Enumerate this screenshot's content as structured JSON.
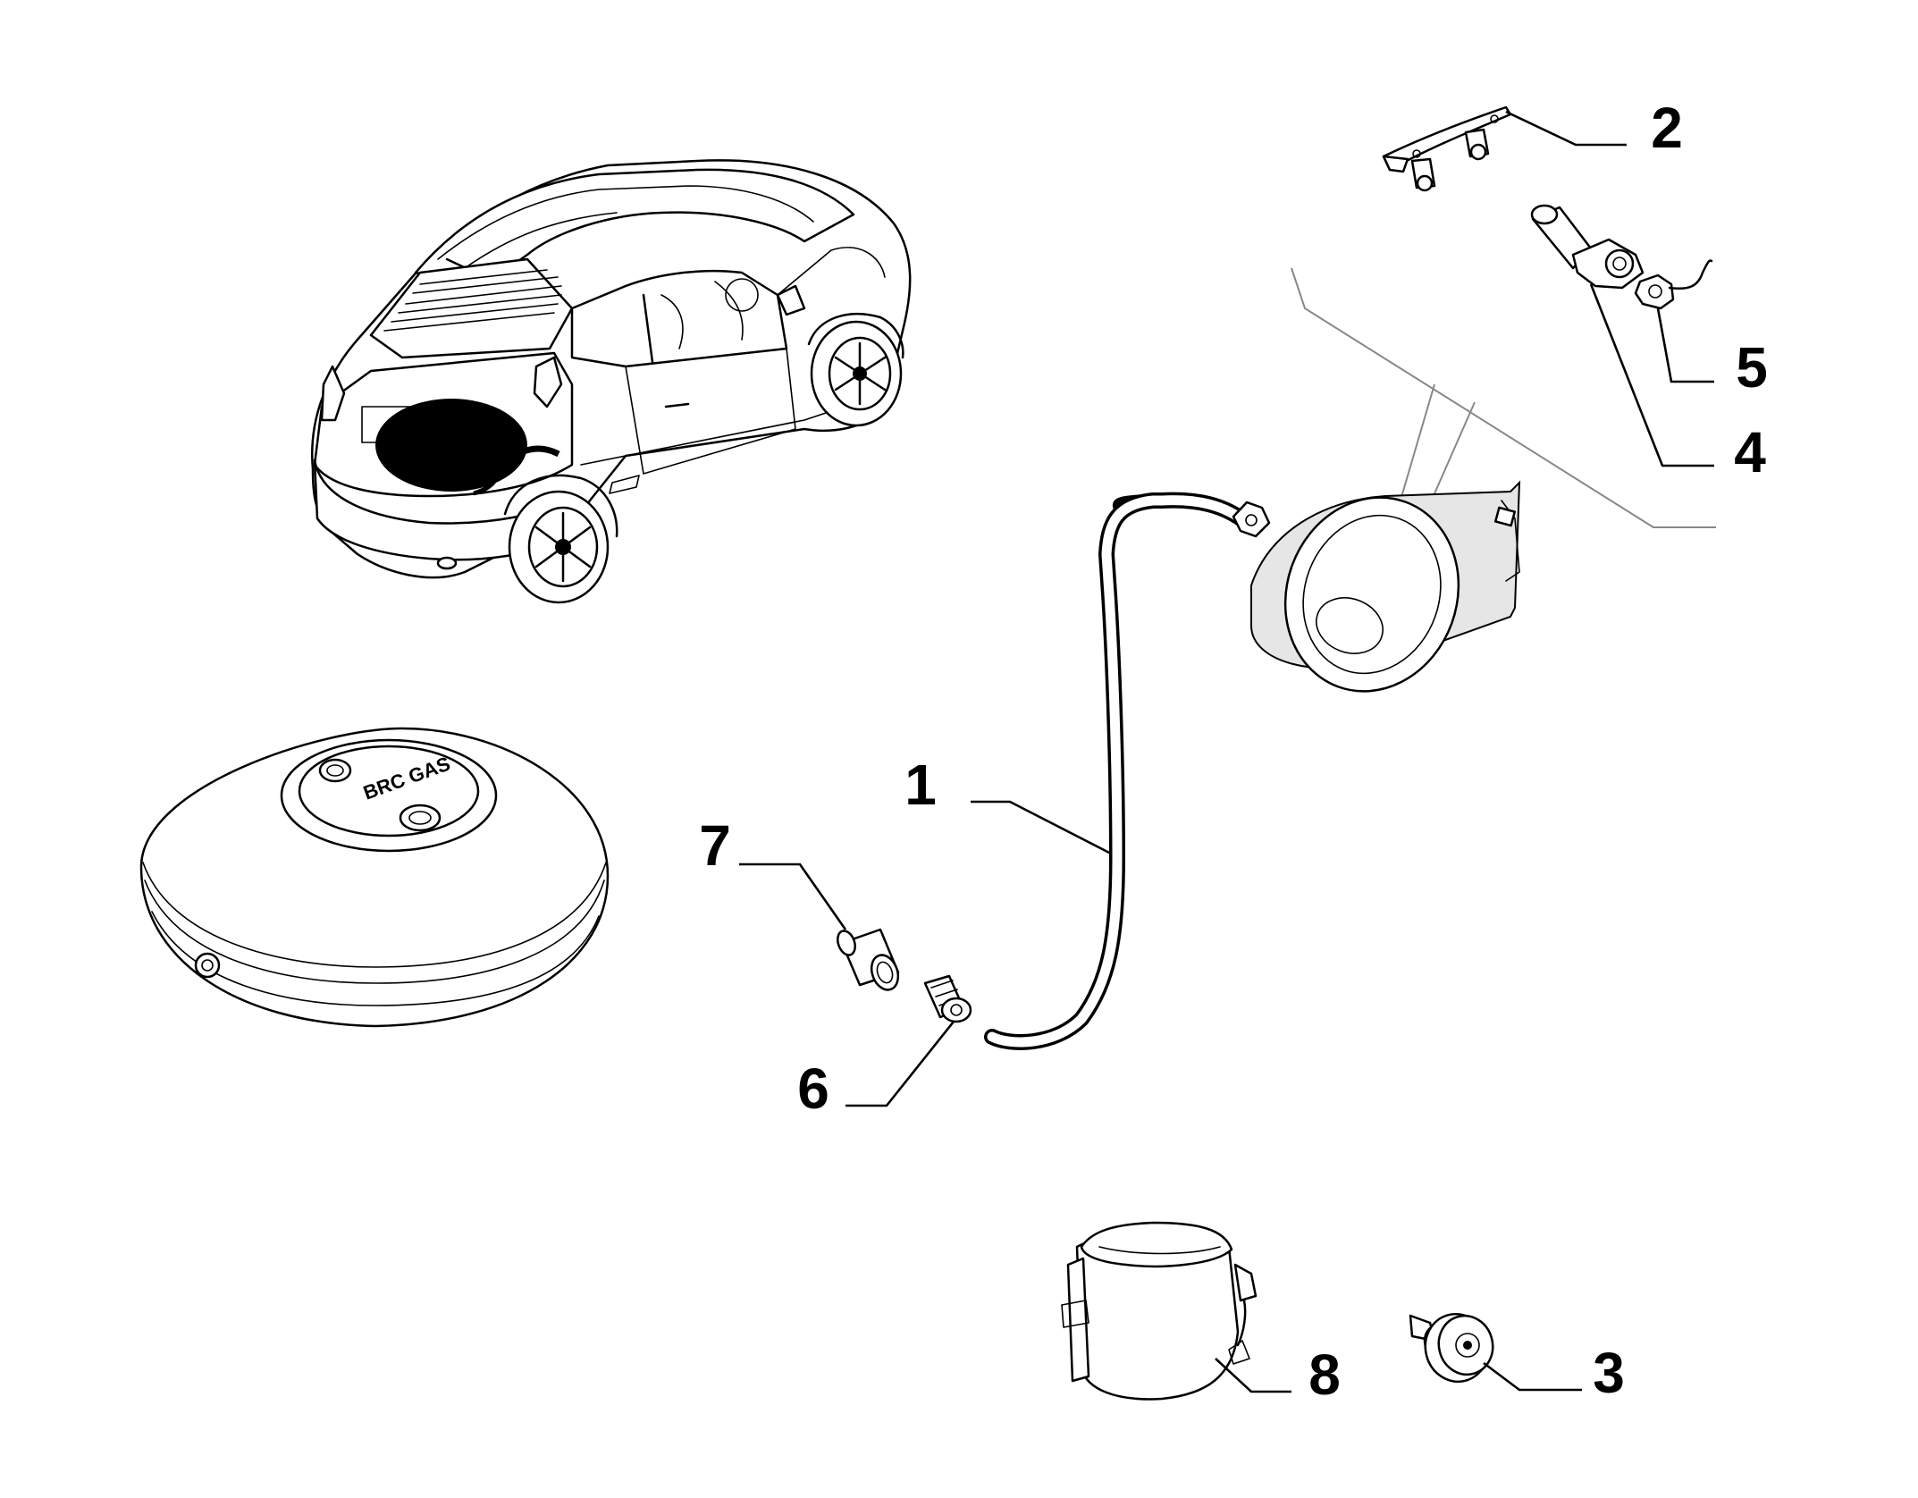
{
  "callouts": [
    {
      "id": "1",
      "label": "1"
    },
    {
      "id": "2",
      "label": "2"
    },
    {
      "id": "3",
      "label": "3"
    },
    {
      "id": "4",
      "label": "4"
    },
    {
      "id": "5",
      "label": "5"
    },
    {
      "id": "6",
      "label": "6"
    },
    {
      "id": "7",
      "label": "7"
    },
    {
      "id": "8",
      "label": "8"
    }
  ],
  "tank_lettering": "BRC GAS"
}
